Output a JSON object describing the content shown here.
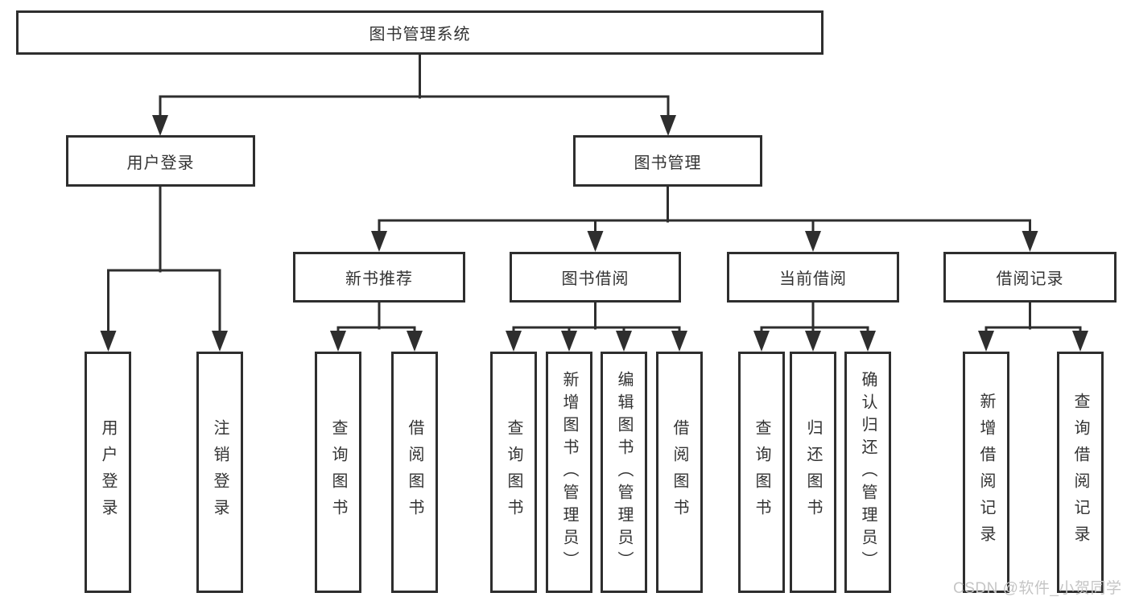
{
  "diagram": {
    "root": "图书管理系统",
    "level2": [
      "用户登录",
      "图书管理"
    ],
    "level3": [
      "新书推荐",
      "图书借阅",
      "当前借阅",
      "借阅记录"
    ],
    "leaves": [
      "用户登录",
      "注销登录",
      "查询图书",
      "借阅图书",
      "查询图书",
      "新增图书（管理员）",
      "编辑图书（管理员）",
      "借阅图书",
      "查询图书",
      "归还图书",
      "确认归还（管理员）",
      "新增借阅记录",
      "查询借阅记录"
    ]
  },
  "watermark": "CSDN @软件_小贺同学",
  "colors": {
    "line": "#2e2e2e",
    "text": "#333333",
    "watermark": "#c5c5c5",
    "background": "#ffffff"
  }
}
